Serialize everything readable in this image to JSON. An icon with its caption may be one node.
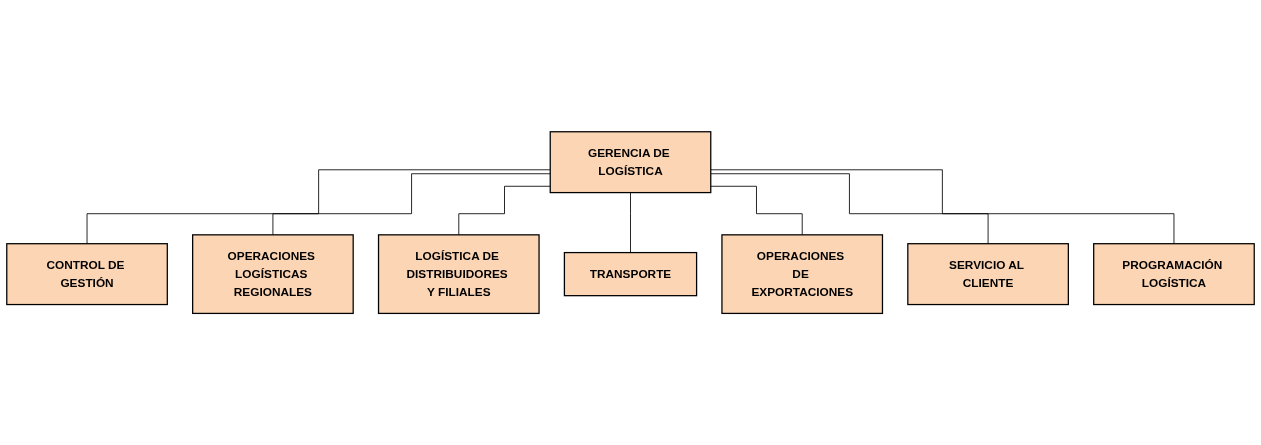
{
  "diagram": {
    "nodes": [
      {
        "text": [
          "GERENCIA DE LOGÍSTICA"
        ]
      },
      {
        "text": [
          "CONTROL DE GESTIÓN"
        ]
      },
      {
        "text": [
          "OPERACIONES LOGÍSTICAS REGIONALES"
        ]
      },
      {
        "text": [
          "LOGÍSTICA DE DISTRIBUIDORES Y FILIALES"
        ]
      },
      {
        "text": [
          "TRANSPORTE"
        ]
      },
      {
        "text": [
          "OPERACIONES DE EXPORTACIONES"
        ]
      },
      {
        "text": [
          "SERVICIO AL CLIENTE"
        ]
      },
      {
        "text": [
          "PROGRAMACIÓN LOGÍSTICA"
        ]
      }
    ],
    "edges": [
      {
        "from": 0,
        "to": 1,
        "arrow": "none"
      },
      {
        "from": 0,
        "to": 2,
        "arrow": "none"
      },
      {
        "from": 0,
        "to": 3,
        "arrow": "none"
      },
      {
        "from": 0,
        "to": 4,
        "arrow": "none"
      },
      {
        "from": 0,
        "to": 5,
        "arrow": "none"
      },
      {
        "from": 0,
        "to": 6,
        "arrow": "none"
      },
      {
        "from": 0,
        "to": 7,
        "arrow": "none"
      }
    ]
  }
}
